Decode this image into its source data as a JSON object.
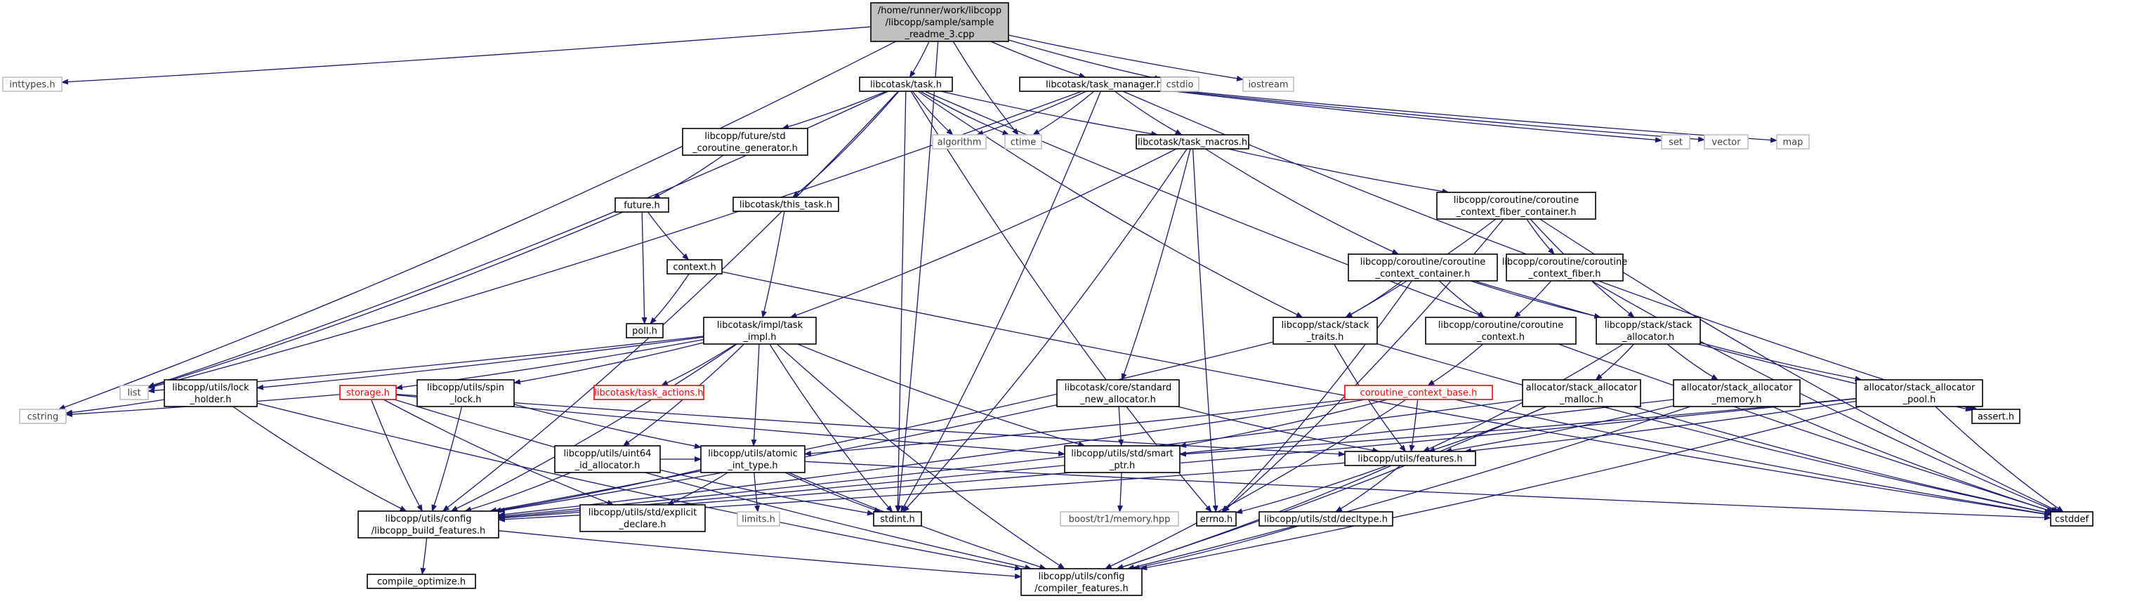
{
  "diagram": {
    "title": "Include dependency graph for sample_readme_3.cpp",
    "colors": {
      "edge": "#191970",
      "root_fill": "#bfbfbf",
      "node_border": "#000000",
      "external_border": "#bfbfbf",
      "external_text": "#404040",
      "missing_border": "#ff0000",
      "missing_text": "#ff0000"
    },
    "nodes": [
      {
        "id": "root",
        "lines": [
          "/home/runner/work/libcopp",
          "/libcopp/sample/sample",
          "_readme_3.cpp"
        ],
        "kind": "root"
      },
      {
        "id": "inttypes",
        "lines": [
          "inttypes.h"
        ],
        "kind": "external"
      },
      {
        "id": "cstring",
        "lines": [
          "cstring"
        ],
        "kind": "external"
      },
      {
        "id": "stdint",
        "lines": [
          "stdint.h"
        ],
        "kind": "normal"
      },
      {
        "id": "task",
        "lines": [
          "libcotask/task.h"
        ],
        "kind": "normal"
      },
      {
        "id": "ctime",
        "lines": [
          "ctime"
        ],
        "kind": "external"
      },
      {
        "id": "task_manager",
        "lines": [
          "libcotask/task_manager.h"
        ],
        "kind": "normal"
      },
      {
        "id": "cstdio",
        "lines": [
          "cstdio"
        ],
        "kind": "external"
      },
      {
        "id": "iostream",
        "lines": [
          "iostream"
        ],
        "kind": "external"
      },
      {
        "id": "build_features",
        "lines": [
          "libcopp/utils/config",
          "/libcopp_build_features.h"
        ],
        "kind": "normal"
      },
      {
        "id": "list",
        "lines": [
          "list"
        ],
        "kind": "external"
      },
      {
        "id": "algorithm",
        "lines": [
          "algorithm"
        ],
        "kind": "external"
      },
      {
        "id": "errno",
        "lines": [
          "errno.h"
        ],
        "kind": "normal"
      },
      {
        "id": "coroutine_generator",
        "lines": [
          "libcopp/future/std",
          "_coroutine_generator.h"
        ],
        "kind": "normal"
      },
      {
        "id": "this_task",
        "lines": [
          "libcotask/this_task.h"
        ],
        "kind": "normal"
      },
      {
        "id": "task_macros",
        "lines": [
          "libcotask/task_macros.h"
        ],
        "kind": "normal"
      },
      {
        "id": "stack_traits",
        "lines": [
          "libcopp/stack/stack",
          "_traits.h"
        ],
        "kind": "normal"
      },
      {
        "id": "cstddef",
        "lines": [
          "cstddef"
        ],
        "kind": "normal"
      },
      {
        "id": "set",
        "lines": [
          "set"
        ],
        "kind": "external"
      },
      {
        "id": "vector",
        "lines": [
          "vector"
        ],
        "kind": "external"
      },
      {
        "id": "map",
        "lines": [
          "map"
        ],
        "kind": "external"
      },
      {
        "id": "assert",
        "lines": [
          "assert.h"
        ],
        "kind": "normal"
      },
      {
        "id": "future",
        "lines": [
          "future.h"
        ],
        "kind": "normal"
      },
      {
        "id": "context",
        "lines": [
          "context.h"
        ],
        "kind": "normal"
      },
      {
        "id": "poll",
        "lines": [
          "poll.h"
        ],
        "kind": "normal"
      },
      {
        "id": "task_impl",
        "lines": [
          "libcotask/impl/task",
          "_impl.h"
        ],
        "kind": "normal"
      },
      {
        "id": "fiber_container",
        "lines": [
          "libcopp/coroutine/coroutine",
          "_context_fiber_container.h"
        ],
        "kind": "normal"
      },
      {
        "id": "context_container",
        "lines": [
          "libcopp/coroutine/coroutine",
          "_context_container.h"
        ],
        "kind": "normal"
      },
      {
        "id": "context_fiber",
        "lines": [
          "libcopp/coroutine/coroutine",
          "_context_fiber.h"
        ],
        "kind": "normal"
      },
      {
        "id": "coroutine_context",
        "lines": [
          "libcopp/coroutine/coroutine",
          "_context.h"
        ],
        "kind": "normal"
      },
      {
        "id": "stack_allocator",
        "lines": [
          "libcopp/stack/stack",
          "_allocator.h"
        ],
        "kind": "normal"
      },
      {
        "id": "lock_holder",
        "lines": [
          "libcopp/utils/lock",
          "_holder.h"
        ],
        "kind": "normal"
      },
      {
        "id": "storage",
        "lines": [
          "storage.h"
        ],
        "kind": "missing"
      },
      {
        "id": "spin_lock",
        "lines": [
          "libcopp/utils/spin",
          "_lock.h"
        ],
        "kind": "normal"
      },
      {
        "id": "task_actions",
        "lines": [
          "libcotask/task_actions.h"
        ],
        "kind": "missing"
      },
      {
        "id": "new_allocator",
        "lines": [
          "libcotask/core/standard",
          "_new_allocator.h"
        ],
        "kind": "normal"
      },
      {
        "id": "context_base",
        "lines": [
          "coroutine_context_base.h"
        ],
        "kind": "missing"
      },
      {
        "id": "alloc_malloc",
        "lines": [
          "allocator/stack_allocator",
          "_malloc.h"
        ],
        "kind": "normal"
      },
      {
        "id": "alloc_memory",
        "lines": [
          "allocator/stack_allocator",
          "_memory.h"
        ],
        "kind": "normal"
      },
      {
        "id": "alloc_pool",
        "lines": [
          "allocator/stack_allocator",
          "_pool.h"
        ],
        "kind": "normal"
      },
      {
        "id": "uint64_id",
        "lines": [
          "libcopp/utils/uint64",
          "_id_allocator.h"
        ],
        "kind": "normal"
      },
      {
        "id": "atomic_int",
        "lines": [
          "libcopp/utils/atomic",
          "_int_type.h"
        ],
        "kind": "normal"
      },
      {
        "id": "smart_ptr",
        "lines": [
          "libcopp/utils/std/smart",
          "_ptr.h"
        ],
        "kind": "normal"
      },
      {
        "id": "features",
        "lines": [
          "libcopp/utils/features.h"
        ],
        "kind": "normal"
      },
      {
        "id": "limits",
        "lines": [
          "limits.h"
        ],
        "kind": "external"
      },
      {
        "id": "boost_memory",
        "lines": [
          "boost/tr1/memory.hpp"
        ],
        "kind": "external"
      },
      {
        "id": "explicit_declare",
        "lines": [
          "libcopp/utils/std/explicit",
          "_declare.h"
        ],
        "kind": "normal"
      },
      {
        "id": "decltype",
        "lines": [
          "libcopp/utils/std/decltype.h"
        ],
        "kind": "normal"
      },
      {
        "id": "compile_optimize",
        "lines": [
          "compile_optimize.h"
        ],
        "kind": "normal"
      },
      {
        "id": "compiler_features",
        "lines": [
          "libcopp/utils/config",
          "/compiler_features.h"
        ],
        "kind": "normal"
      }
    ],
    "edges": [
      [
        "root",
        "inttypes"
      ],
      [
        "root",
        "cstring"
      ],
      [
        "root",
        "stdint"
      ],
      [
        "root",
        "task"
      ],
      [
        "root",
        "ctime"
      ],
      [
        "root",
        "task_manager"
      ],
      [
        "root",
        "cstdio"
      ],
      [
        "root",
        "iostream"
      ],
      [
        "task",
        "build_features"
      ],
      [
        "task",
        "list"
      ],
      [
        "task",
        "algorithm"
      ],
      [
        "task",
        "ctime"
      ],
      [
        "task",
        "errno"
      ],
      [
        "task",
        "stdint"
      ],
      [
        "task",
        "coroutine_generator"
      ],
      [
        "task",
        "this_task"
      ],
      [
        "task",
        "task_macros"
      ],
      [
        "task",
        "stack_traits"
      ],
      [
        "task",
        "cstddef"
      ],
      [
        "task_manager",
        "list"
      ],
      [
        "task_manager",
        "algorithm"
      ],
      [
        "task_manager",
        "ctime"
      ],
      [
        "task_manager",
        "stdint"
      ],
      [
        "task_manager",
        "task_macros"
      ],
      [
        "task_manager",
        "set"
      ],
      [
        "task_manager",
        "vector"
      ],
      [
        "task_manager",
        "map"
      ],
      [
        "task_manager",
        "assert"
      ],
      [
        "coroutine_generator",
        "future"
      ],
      [
        "future",
        "poll"
      ],
      [
        "future",
        "context"
      ],
      [
        "future",
        "list"
      ],
      [
        "context",
        "poll"
      ],
      [
        "context",
        "cstddef"
      ],
      [
        "this_task",
        "task_impl"
      ],
      [
        "task_macros",
        "task_impl"
      ],
      [
        "task_macros",
        "fiber_container"
      ],
      [
        "task_macros",
        "context_container"
      ],
      [
        "task_macros",
        "new_allocator"
      ],
      [
        "task_macros",
        "stdint"
      ],
      [
        "task_macros",
        "errno"
      ],
      [
        "fiber_container",
        "context_fiber"
      ],
      [
        "fiber_container",
        "stack_traits"
      ],
      [
        "fiber_container",
        "stack_allocator"
      ],
      [
        "fiber_container",
        "errno"
      ],
      [
        "fiber_container",
        "cstddef"
      ],
      [
        "context_container",
        "coroutine_context"
      ],
      [
        "context_container",
        "stack_allocator"
      ],
      [
        "context_container",
        "stack_traits"
      ],
      [
        "context_container",
        "errno"
      ],
      [
        "context_container",
        "assert"
      ],
      [
        "context_fiber",
        "coroutine_context"
      ],
      [
        "context_fiber",
        "cstddef"
      ],
      [
        "coroutine_context",
        "context_base"
      ],
      [
        "stack_traits",
        "features"
      ],
      [
        "stack_traits",
        "build_features"
      ],
      [
        "stack_traits",
        "cstddef"
      ],
      [
        "stack_allocator",
        "alloc_malloc"
      ],
      [
        "stack_allocator",
        "alloc_memory"
      ],
      [
        "stack_allocator",
        "alloc_pool"
      ],
      [
        "stack_allocator",
        "features"
      ],
      [
        "task_impl",
        "list"
      ],
      [
        "task_impl",
        "lock_holder"
      ],
      [
        "task_impl",
        "storage"
      ],
      [
        "task_impl",
        "spin_lock"
      ],
      [
        "task_impl",
        "task_actions"
      ],
      [
        "task_impl",
        "uint64_id"
      ],
      [
        "task_impl",
        "atomic_int"
      ],
      [
        "task_impl",
        "smart_ptr"
      ],
      [
        "task_impl",
        "build_features"
      ],
      [
        "task_impl",
        "stdint"
      ],
      [
        "task_impl",
        "compiler_features"
      ],
      [
        "lock_holder",
        "cstring"
      ],
      [
        "lock_holder",
        "build_features"
      ],
      [
        "lock_holder",
        "compiler_features"
      ],
      [
        "storage",
        "cstring"
      ],
      [
        "storage",
        "build_features"
      ],
      [
        "storage",
        "smart_ptr"
      ],
      [
        "storage",
        "features"
      ],
      [
        "storage",
        "explicit_declare"
      ],
      [
        "storage",
        "compiler_features"
      ],
      [
        "spin_lock",
        "atomic_int"
      ],
      [
        "spin_lock",
        "build_features"
      ],
      [
        "new_allocator",
        "smart_ptr"
      ],
      [
        "new_allocator",
        "features"
      ],
      [
        "new_allocator",
        "build_features"
      ],
      [
        "context_base",
        "features"
      ],
      [
        "context_base",
        "smart_ptr"
      ],
      [
        "context_base",
        "atomic_int"
      ],
      [
        "context_base",
        "build_features"
      ],
      [
        "context_base",
        "compiler_features"
      ],
      [
        "context_base",
        "cstddef"
      ],
      [
        "alloc_malloc",
        "features"
      ],
      [
        "alloc_malloc",
        "build_features"
      ],
      [
        "alloc_malloc",
        "cstddef"
      ],
      [
        "alloc_malloc",
        "compiler_features"
      ],
      [
        "alloc_memory",
        "features"
      ],
      [
        "alloc_memory",
        "build_features"
      ],
      [
        "alloc_memory",
        "cstddef"
      ],
      [
        "alloc_memory",
        "compiler_features"
      ],
      [
        "alloc_pool",
        "features"
      ],
      [
        "alloc_pool",
        "smart_ptr"
      ],
      [
        "alloc_pool",
        "build_features"
      ],
      [
        "alloc_pool",
        "assert"
      ],
      [
        "alloc_pool",
        "cstddef"
      ],
      [
        "alloc_pool",
        "compiler_features"
      ],
      [
        "uint64_id",
        "atomic_int"
      ],
      [
        "uint64_id",
        "build_features"
      ],
      [
        "uint64_id",
        "stdint"
      ],
      [
        "atomic_int",
        "build_features"
      ],
      [
        "atomic_int",
        "stdint"
      ],
      [
        "atomic_int",
        "limits"
      ],
      [
        "atomic_int",
        "explicit_declare"
      ],
      [
        "atomic_int",
        "compiler_features"
      ],
      [
        "atomic_int",
        "cstddef"
      ],
      [
        "smart_ptr",
        "boost_memory"
      ],
      [
        "features",
        "errno"
      ],
      [
        "features",
        "decltype"
      ],
      [
        "features",
        "build_features"
      ],
      [
        "features",
        "compiler_features"
      ],
      [
        "build_features",
        "compile_optimize"
      ],
      [
        "build_features",
        "compiler_features"
      ],
      [
        "decltype",
        "compiler_features"
      ]
    ]
  }
}
